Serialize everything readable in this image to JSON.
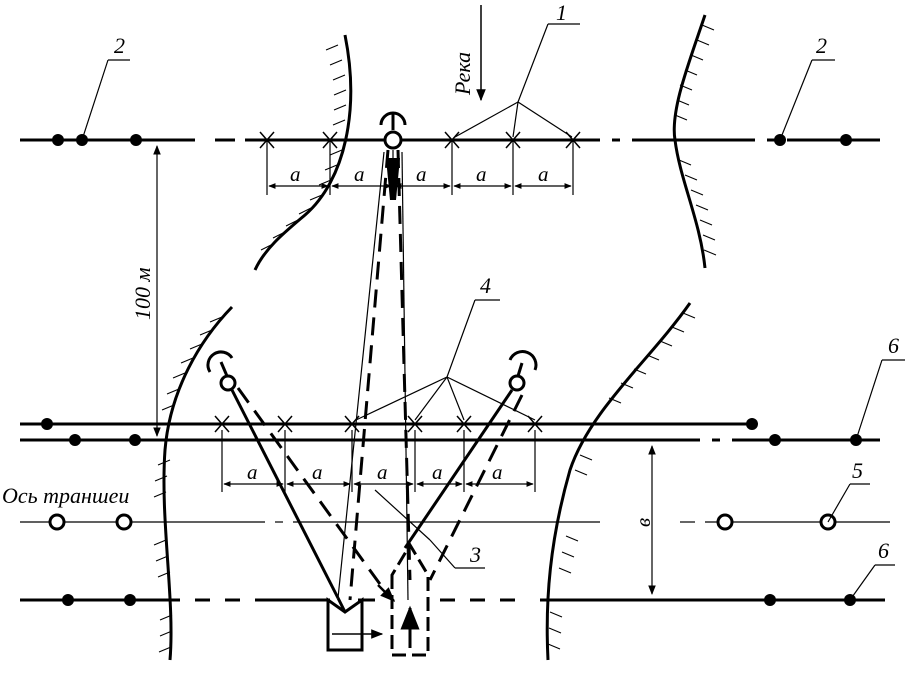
{
  "labels": {
    "river": "Река",
    "distance": "100 м",
    "trench_axis": "Ось траншеи",
    "spacing": "а",
    "width": "в"
  },
  "callouts": {
    "c1": "1",
    "c2_left": "2",
    "c2_right": "2",
    "c3": "3",
    "c4": "4",
    "c5": "5",
    "c6_top": "6",
    "c6_bottom": "6"
  },
  "colors": {
    "ink": "#000000",
    "background": "#ffffff"
  }
}
